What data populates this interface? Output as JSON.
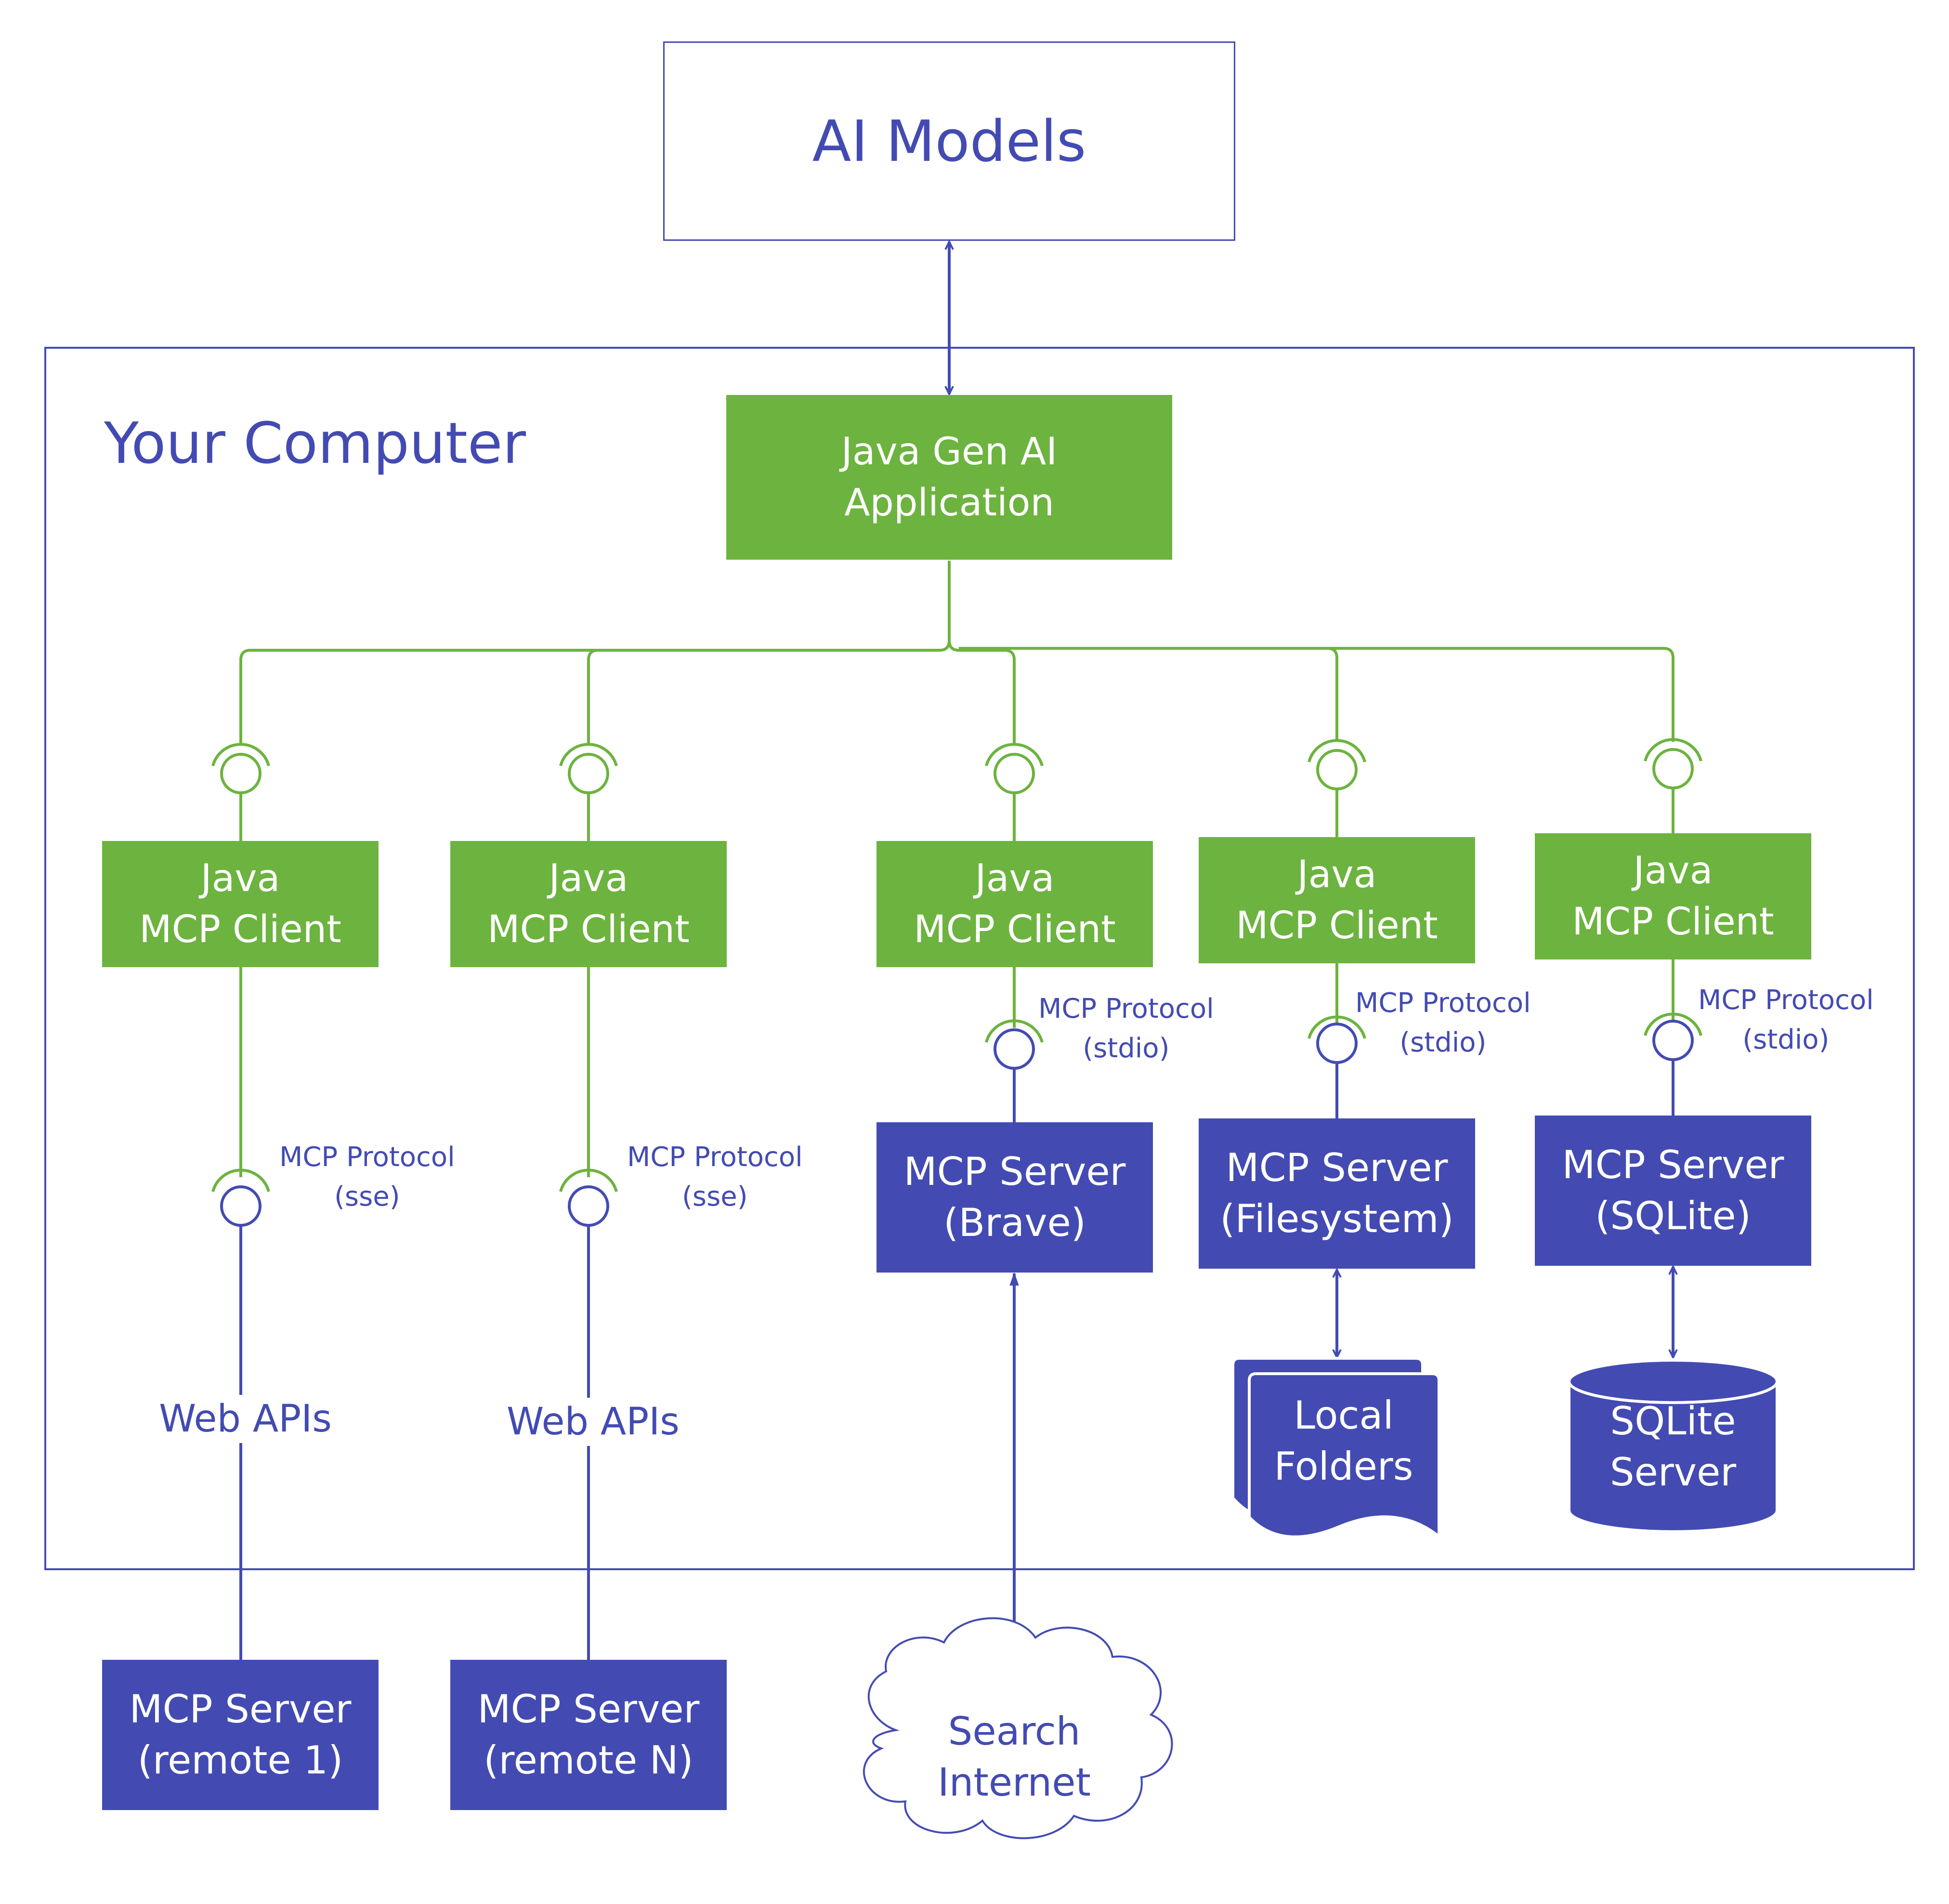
{
  "title": "AI Models",
  "computer_label": "Your Computer",
  "app": {
    "line1": "Java Gen AI",
    "line2": "Application"
  },
  "clients": [
    {
      "line1": "Java",
      "line2": "MCP Client"
    },
    {
      "line1": "Java",
      "line2": "MCP Client"
    },
    {
      "line1": "Java",
      "line2": "MCP Client"
    },
    {
      "line1": "Java",
      "line2": "MCP Client"
    },
    {
      "line1": "Java",
      "line2": "MCP Client"
    }
  ],
  "protocols": [
    {
      "line1": "MCP Protocol",
      "line2": "(sse)"
    },
    {
      "line1": "MCP Protocol",
      "line2": "(sse)"
    },
    {
      "line1": "MCP Protocol",
      "line2": "(stdio)"
    },
    {
      "line1": "MCP Protocol",
      "line2": "(stdio)"
    },
    {
      "line1": "MCP Protocol",
      "line2": "(stdio)"
    }
  ],
  "web_apis": [
    "Web APIs",
    "Web APIs"
  ],
  "servers": {
    "brave": {
      "line1": "MCP Server",
      "line2": "(Brave)"
    },
    "filesystem": {
      "line1": "MCP Server",
      "line2": "(Filesystem)"
    },
    "sqlite": {
      "line1": "MCP Server",
      "line2": "(SQLite)"
    },
    "remote1": {
      "line1": "MCP Server",
      "line2": "(remote 1)"
    },
    "remoteN": {
      "line1": "MCP Server",
      "line2": "(remote N)"
    }
  },
  "local_folders": {
    "line1": "Local",
    "line2": "Folders"
  },
  "sqlite_db": {
    "line1": "SQLite",
    "line2": "Server"
  },
  "cloud": {
    "line1": "Search",
    "line2": "Internet"
  },
  "colors": {
    "green": "#6db33f",
    "blue": "#434bb2",
    "white": "#ffffff"
  }
}
